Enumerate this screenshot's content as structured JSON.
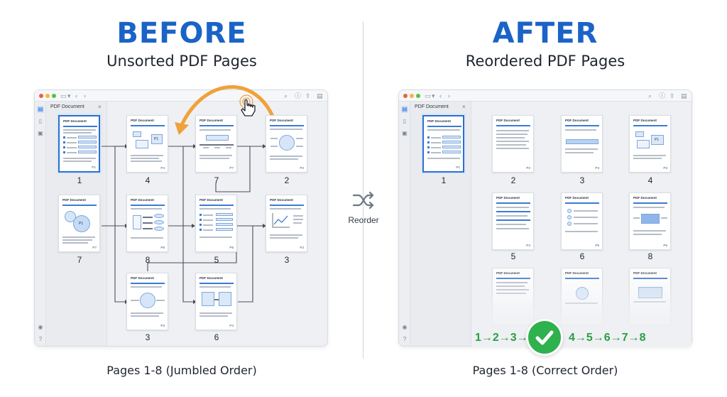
{
  "before": {
    "title": "BEFORE",
    "subtitle": "Unsorted PDF Pages",
    "caption": "Pages 1-8 (Jumbled Order)",
    "window": {
      "tab_label": "PDF Document",
      "close_glyph": "×"
    },
    "thumbnail": {
      "page_number": "1",
      "page_header": "PDF Document",
      "tag": "P1"
    },
    "grid_pages": [
      {
        "number": "4",
        "tag": "P4"
      },
      {
        "number": "7",
        "tag": "P7"
      },
      {
        "number": "2",
        "tag": "P2"
      },
      {
        "number": "7",
        "tag": "P7"
      },
      {
        "number": "8",
        "tag": "P8"
      },
      {
        "number": "5",
        "tag": "P5"
      },
      {
        "number": "3",
        "tag": "P2"
      },
      {
        "number": "3",
        "tag": "P3"
      },
      {
        "number": "6",
        "tag": "P4"
      }
    ],
    "diagram_labels": {
      "p1": "P1"
    }
  },
  "after": {
    "title": "AFTER",
    "subtitle": "Reordered PDF Pages",
    "caption": "Pages 1-8 (Correct Order)",
    "window": {
      "tab_label": "PDF Document",
      "close_glyph": "×"
    },
    "thumbnail": {
      "page_number": "1",
      "page_header": "PDF Document",
      "tag": "P1"
    },
    "grid_pages": [
      {
        "number": "2",
        "tag": "P2"
      },
      {
        "number": "3",
        "tag": "P3"
      },
      {
        "number": "4",
        "tag": "P3"
      },
      {
        "number": "5",
        "tag": "P4"
      },
      {
        "number": "6",
        "tag": "P5"
      },
      {
        "number": "8",
        "tag": "P6"
      }
    ],
    "order_left": "1→2→3→",
    "order_right": "4→5→6→7→8"
  },
  "page_header": "PDF Document",
  "center": {
    "reorder_label": "Reorder",
    "icon": "shuffle-icon"
  },
  "colors": {
    "title_blue": "#1b63c6",
    "accent_orange": "#f0a13a",
    "success_green": "#2fb14e",
    "order_text_green": "#2a9f45"
  }
}
